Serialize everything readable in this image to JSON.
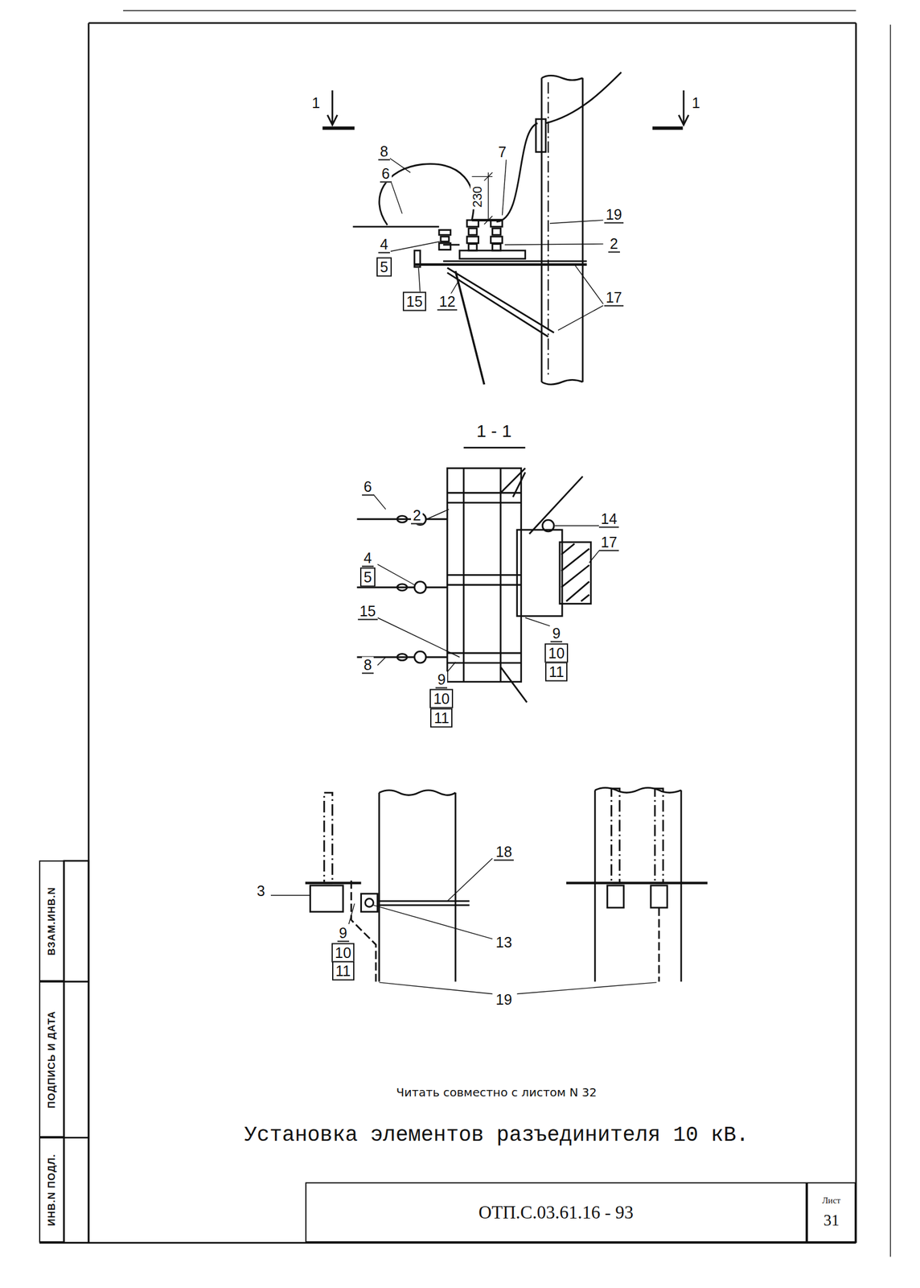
{
  "diagram": {
    "title": "Установка элементов разъединителя 10 кВ.",
    "nodes": [
      {
        "text": [
          "ВЗАМ.ИНВ.N"
        ]
      },
      {
        "text": [
          "ПОДПИСЬ И ДАТА"
        ]
      },
      {
        "text": [
          "ИНВ.N ПОДЛ."
        ]
      },
      {
        "text": [
          "ОТП.С.03.61.16 - 93"
        ]
      },
      {
        "text": [
          "Лист",
          "31"
        ]
      }
    ],
    "labels": [
      "1",
      "1",
      "8",
      "6",
      "230",
      "7",
      "19",
      "2",
      "4",
      "5",
      "15",
      "12",
      "17",
      "1 - 1",
      "6",
      "2",
      "14",
      "17",
      "4",
      "5",
      "15",
      "9",
      "10",
      "11",
      "8",
      "9",
      "10",
      "11",
      "3",
      "18",
      "13",
      "9",
      "10",
      "11",
      "19",
      "Читать совместно с листом N 32"
    ]
  }
}
